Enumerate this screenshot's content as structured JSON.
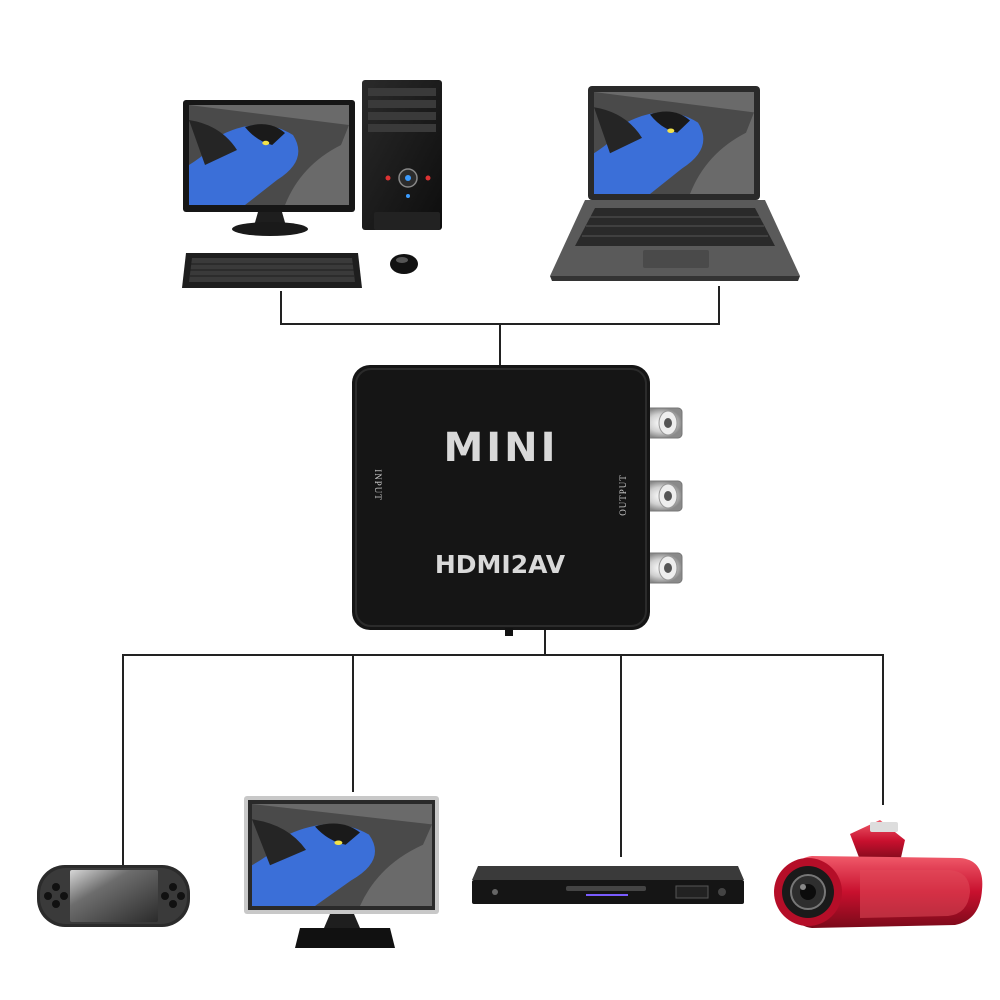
{
  "converter": {
    "brand_label": "MINI",
    "model_label": "HDMI2AV",
    "input_label": "INPUT",
    "output_label": "OUTPUT"
  },
  "sources": [
    {
      "icon": "desktop-computer-icon"
    },
    {
      "icon": "laptop-icon"
    }
  ],
  "outputs": [
    {
      "icon": "handheld-game-console-icon"
    },
    {
      "icon": "crt-monitor-icon"
    },
    {
      "icon": "dvd-player-icon"
    },
    {
      "icon": "camcorder-icon"
    }
  ],
  "colors": {
    "line": "#222222",
    "device_body": "#151515",
    "label_text": "#d9d9d9",
    "camcorder_red": "#c8102e",
    "screen_blue": "#3b6fd8"
  }
}
